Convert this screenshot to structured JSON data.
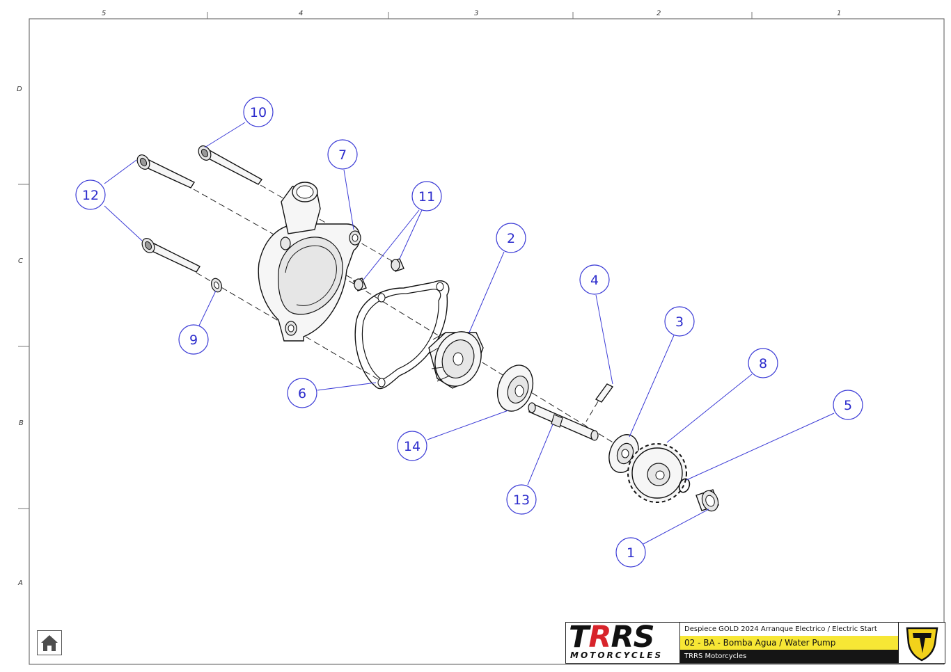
{
  "sheet": {
    "column_labels": [
      "5",
      "4",
      "3",
      "2",
      "1"
    ],
    "row_labels": [
      "D",
      "C",
      "B",
      "A"
    ]
  },
  "callouts": [
    {
      "id": "1",
      "label": "1"
    },
    {
      "id": "2",
      "label": "2"
    },
    {
      "id": "3",
      "label": "3"
    },
    {
      "id": "4",
      "label": "4"
    },
    {
      "id": "5",
      "label": "5"
    },
    {
      "id": "6",
      "label": "6"
    },
    {
      "id": "7",
      "label": "7"
    },
    {
      "id": "8",
      "label": "8"
    },
    {
      "id": "9",
      "label": "9"
    },
    {
      "id": "10",
      "label": "10"
    },
    {
      "id": "11",
      "label": "11"
    },
    {
      "id": "12",
      "label": "12"
    },
    {
      "id": "13",
      "label": "13"
    },
    {
      "id": "14",
      "label": "14"
    }
  ],
  "title_block": {
    "brand": "TRRS",
    "brand_sub": "MOTORCYCLES",
    "document": "Despiece GOLD 2024 Arranque Electrico / Electric Start",
    "section": "02 - BA - Bomba Agua / Water Pump",
    "company": "TRRS Motorcycles"
  },
  "colors": {
    "callout": "#3a3ad6",
    "section_bar": "#f7e735",
    "company_bar": "#151515",
    "brand_red": "#d8242b",
    "emblem_yellow": "#f2d21b"
  },
  "icons": {
    "home": "home-icon",
    "emblem": "trrs-emblem-icon"
  }
}
